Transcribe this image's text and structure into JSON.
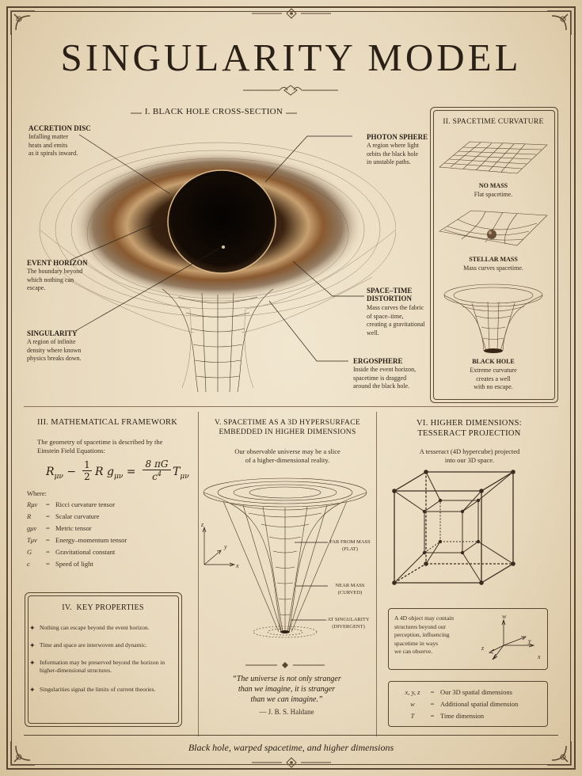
{
  "title": "SINGULARITY MODEL",
  "section1": {
    "heading": "I. BLACK HOLE CROSS-SECTION",
    "labels": [
      {
        "title": "ACCRETION DISC",
        "text": "Infalling matter\nheats and emits\nas it spirals inward."
      },
      {
        "title": "EVENT HORIZON",
        "text": "The boundary beyond\nwhich nothing can\nescape."
      },
      {
        "title": "SINGULARITY",
        "text": "A region of infinite\ndensity where known\nphysics breaks down."
      },
      {
        "title": "PHOTON SPHERE",
        "text": "A region where light\norbits the black hole\nin unstable paths."
      },
      {
        "title": "SPACE–TIME\nDISTORTION",
        "text": "Mass curves the fabric\nof space–time,\ncreating a gravitational\nwell."
      },
      {
        "title": "ERGOSPHERE",
        "text": "Inside the event horizon,\nspacetime is dragged\naround the black hole."
      }
    ]
  },
  "section2": {
    "heading": "II. SPACETIME CURVATURE",
    "items": [
      {
        "title": "NO MASS",
        "text": "Flat spacetime."
      },
      {
        "title": "STELLAR MASS",
        "text": "Mass curves spacetime."
      },
      {
        "title": "BLACK HOLE",
        "text": "Extreme curvature\ncreates a well\nwith no escape."
      }
    ]
  },
  "section3": {
    "heading": "III. MATHEMATICAL FRAMEWORK",
    "intro": "The geometry of spacetime is described by the\nEinstein Field Equations:",
    "where_label": "Where:",
    "terms": [
      {
        "symbol": "Rμν",
        "meaning": "Ricci curvature tensor"
      },
      {
        "symbol": "R",
        "meaning": "Scalar curvature"
      },
      {
        "symbol": "gμν",
        "meaning": "Metric tensor"
      },
      {
        "symbol": "Tμν",
        "meaning": "Energy–momentum tensor"
      },
      {
        "symbol": "G",
        "meaning": "Gravitational constant"
      },
      {
        "symbol": "c",
        "meaning": "Speed of light"
      }
    ]
  },
  "section4": {
    "heading": "IV.  KEY PROPERTIES",
    "items": [
      "Nothing can escape beyond the event horizon.",
      "Time and space are interwoven and dynamic.",
      "Information may be preserved beyond the horizon in higher-dimensional structures.",
      "Singularities signal the limits of current theories."
    ]
  },
  "section5": {
    "heading": "V. SPACETIME AS A 3D HYPERSURFACE\nEMBEDDED IN HIGHER DIMENSIONS",
    "intro": "Our observable universe may be a slice\nof a higher-dimensional reality.",
    "axes": {
      "z": "z",
      "y": "y",
      "x": "x"
    },
    "labels": [
      "FAR FROM MASS\n(FLAT)",
      "NEAR MASS\n(CURVED)",
      "AT SINGULARITY\n(DIVERGENT)"
    ],
    "quote": "“The universe is not only stranger\nthan we imagine, it is stranger\nthan we can imagine.”",
    "attribution": "— J. B. S. Haldane"
  },
  "section6": {
    "heading": "VI. HIGHER DIMENSIONS:\nTESSERACT PROJECTION",
    "intro": "A tesseract (4D hypercube) projected\ninto our 3D space.",
    "note": "A 4D object may contain\nstructures beyond our\nperception, influencing\nspacetime in ways\nwe can observe.",
    "axes": {
      "w": "w",
      "y": "y",
      "z": "z",
      "x": "x"
    },
    "dimensions": [
      {
        "symbol": "x, y, z",
        "eq": "=",
        "meaning": "Our 3D spatial dimensions"
      },
      {
        "symbol": "w",
        "eq": "=",
        "meaning": "Additional spatial dimension"
      },
      {
        "symbol": "T",
        "eq": "=",
        "meaning": "Time dimension"
      }
    ]
  },
  "footer": "Black hole, warped spacetime, and higher dimensions"
}
